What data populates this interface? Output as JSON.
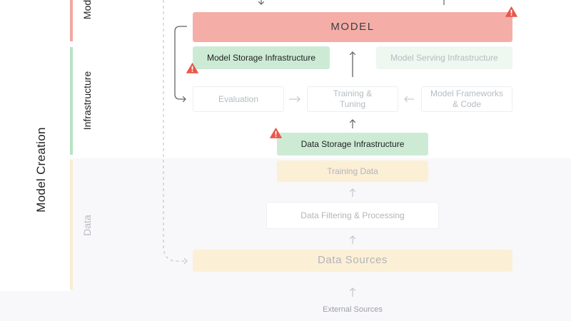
{
  "sections": {
    "main_label": "Model Creation",
    "model_label": "Model",
    "infrastructure_label": "Infrastructure",
    "data_label": "Data"
  },
  "model_layer": {
    "model_box": "MODEL"
  },
  "infrastructure_layer": {
    "model_storage": "Model Storage Infrastructure",
    "model_serving": "Model Serving Infrastructure",
    "evaluation": "Evaluation",
    "training_tuning": [
      "Training &",
      "Tuning"
    ],
    "model_frameworks": [
      "Model Frameworks",
      "& Code"
    ],
    "data_storage": "Data Storage Infrastructure"
  },
  "data_layer": {
    "training_data": "Training Data",
    "filtering": "Data Filtering & Processing",
    "data_sources": "Data Sources"
  },
  "external_sources": "External Sources",
  "colors": {
    "model": "#f5aea7",
    "infrastructure": "#cdebd4",
    "data": "#fbefd6",
    "warning": "#e8574a"
  },
  "icons": {
    "risk": "warning-triangle-icon",
    "flow": "arrow-icon"
  }
}
